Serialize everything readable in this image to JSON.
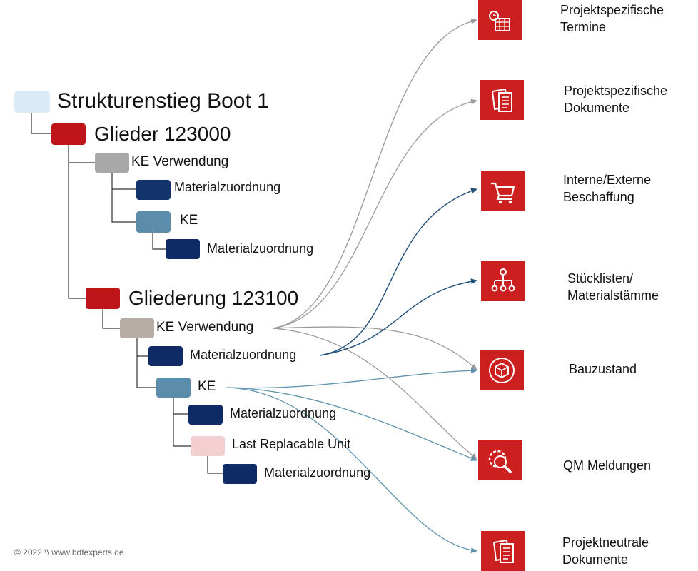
{
  "colors": {
    "root": "#dbeaf7",
    "red": "#c0141b",
    "grey_light": "#a8a8a8",
    "grey_warm": "#b6ada6",
    "navy": "#12336b",
    "navy_dark": "#0f2b66",
    "steel": "#5b8ca9",
    "pink": "#f4cfd1",
    "tile": "#cc1f1f",
    "arrow_grey": "#9a9a9a",
    "arrow_blue": "#1f4e79",
    "arrow_teal": "#5f93ad"
  },
  "tree": {
    "root": "Strukturenstieg Boot 1",
    "glieder": "Glieder 123000",
    "ke_verwendung_1": "KE Verwendung",
    "materialzuordnung_1": "Materialzuordnung",
    "ke_1": "KE",
    "materialzuordnung_2": "Materialzuordnung",
    "gliederung": "Gliederung 123100",
    "ke_verwendung_2": "KE Verwendung",
    "materialzuordnung_3": "Materialzuordnung",
    "ke_2": "KE",
    "materialzuordnung_4": "Materialzuordnung",
    "lru": "Last Replacable Unit",
    "materialzuordnung_5": "Materialzuordnung"
  },
  "targets": [
    {
      "icon": "calendar-clock-icon",
      "line1": "Projektspezifische",
      "line2": "Termine"
    },
    {
      "icon": "documents-icon",
      "line1": "Projektspezifische",
      "line2": "Dokumente"
    },
    {
      "icon": "shopping-cart-icon",
      "line1": "Interne/Externe",
      "line2": "Beschaffung"
    },
    {
      "icon": "hierarchy-icon",
      "line1": "Stücklisten/",
      "line2": "Materialstämme"
    },
    {
      "icon": "box-cycle-icon",
      "line1": "Bauzustand",
      "line2": ""
    },
    {
      "icon": "gear-search-icon",
      "line1": "QM Meldungen",
      "line2": ""
    },
    {
      "icon": "documents-icon",
      "line1": "Projektneutrale",
      "line2": "Dokumente"
    }
  ],
  "footer": "© 2022 \\\\ www.bdfexperts.de"
}
